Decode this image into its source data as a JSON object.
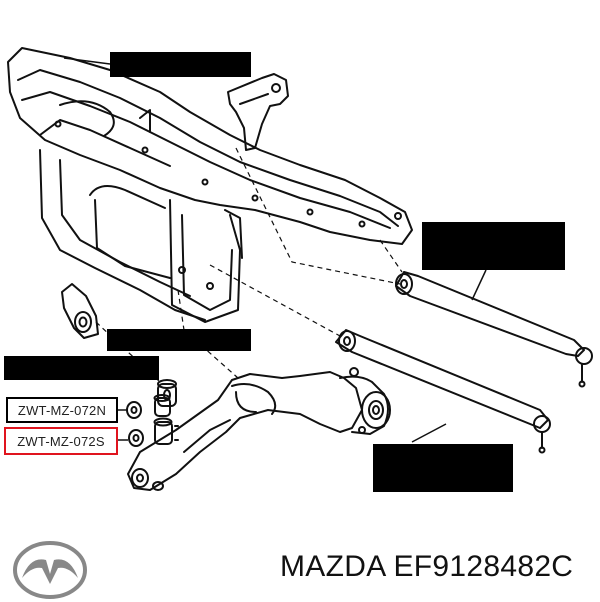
{
  "labels": {
    "part_n": "ZWT-MZ-072N",
    "part_s": "ZWT-MZ-072S"
  },
  "caption": "MAZDA EF9128482C",
  "icons": {
    "brand_logo": "mazda-logo-icon"
  },
  "colors": {
    "line": "#111111",
    "redacted_box": "#000000",
    "highlight_border": "#e0141e"
  }
}
